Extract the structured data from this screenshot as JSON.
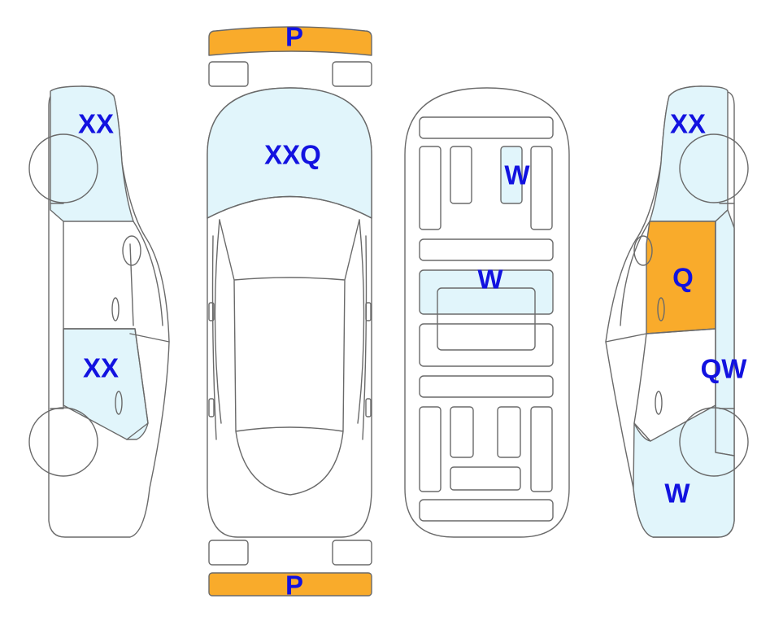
{
  "colors": {
    "outline": "#6a6a6a",
    "light_damage": "#e1f5fb",
    "heavy_damage": "#f9ab2b",
    "label": "#1212e0",
    "background": "#ffffff"
  },
  "left_view": {
    "front_fender_label": "XX",
    "rear_door_label": "XX"
  },
  "top_view": {
    "front_bumper_label": "P",
    "hood_label": "XXQ",
    "rear_bumper_label": "P"
  },
  "interior_view": {
    "rear_seat_label": "W",
    "center_label": "W"
  },
  "right_view": {
    "rear_fender_label": "XX",
    "front_door_label": "Q",
    "rear_door_label": "QW",
    "front_fender_label": "W"
  }
}
